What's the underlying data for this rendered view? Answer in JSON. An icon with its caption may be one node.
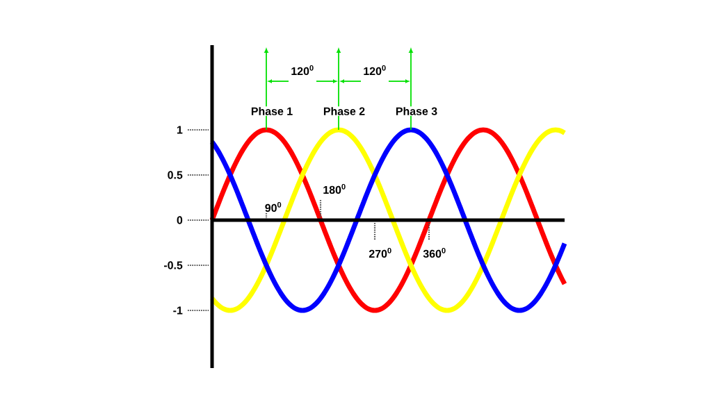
{
  "diagram": {
    "labels": [
      "120$^{0}$",
      "120$^{0}$",
      "Phase 1",
      "Phase 2",
      "Phase 3",
      "1",
      "0.5",
      "180$^{0}$",
      "90$^{0}$",
      "0",
      "270$^{0}$",
      "360$^{0}$",
      "-0.5",
      "-1"
    ]
  }
}
